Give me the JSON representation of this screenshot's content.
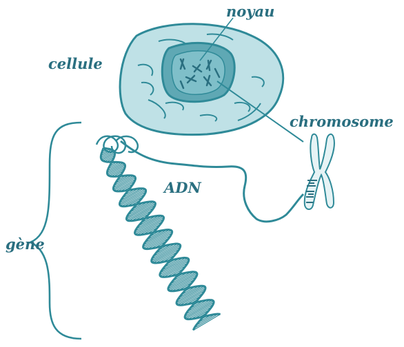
{
  "colors": {
    "line": "#2f8a98",
    "label": "#2a6f80",
    "cell_fill": "#bfe1e6",
    "cell_fill_light": "#d8eef1",
    "nucleus_fill": "#5fa8b4",
    "nucleus_inner": "#7fbfc9",
    "chromosome_fill": "#e6f3f5",
    "band": "#2a6f80"
  },
  "labels": {
    "nucleus": "noyau",
    "cell": "cellule",
    "chromosome": "chromosome",
    "dna": "ADN",
    "gene": "gène"
  },
  "icons": {
    "cell": "cell-icon",
    "nucleus": "nucleus-icon",
    "chromosome": "chromosome-icon",
    "dna": "dna-double-helix-icon",
    "brace": "curly-brace-icon"
  }
}
